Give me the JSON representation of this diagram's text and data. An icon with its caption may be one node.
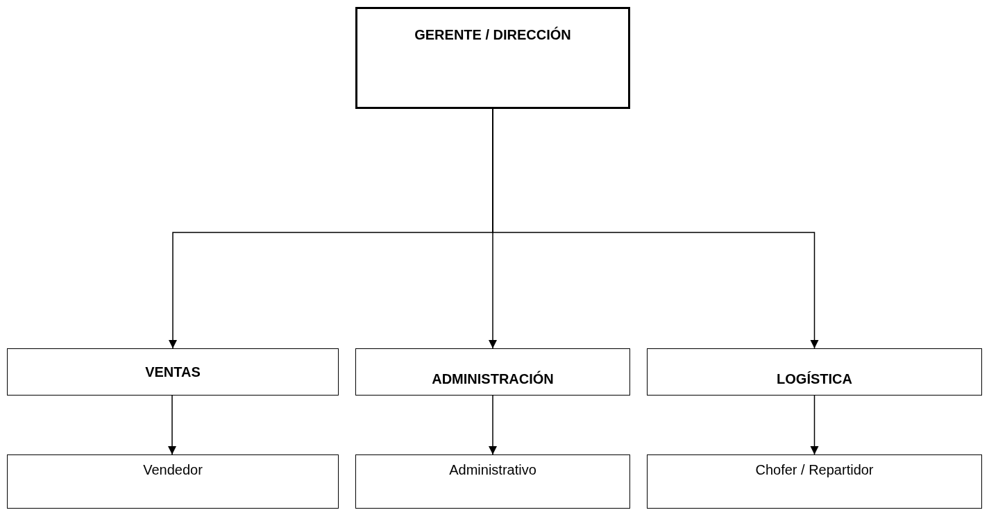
{
  "diagram": {
    "nodes": [
      {
        "text": [
          "GERENTE / DIRECCIÓN"
        ]
      },
      {
        "text": [
          "VENTAS"
        ]
      },
      {
        "text": [
          "ADMINISTRACIÓN"
        ]
      },
      {
        "text": [
          "LOGÍSTICA"
        ]
      },
      {
        "text": [
          "Vendedor"
        ]
      },
      {
        "text": [
          "Administrativo"
        ]
      },
      {
        "text": [
          "Chofer / Repartidor"
        ]
      }
    ],
    "edges": [
      {
        "from": 0,
        "to": 1,
        "arrow": "to"
      },
      {
        "from": 0,
        "to": 2,
        "arrow": "to"
      },
      {
        "from": 0,
        "to": 3,
        "arrow": "to"
      },
      {
        "from": 1,
        "to": 4,
        "arrow": "to"
      },
      {
        "from": 2,
        "to": 5,
        "arrow": "to"
      },
      {
        "from": 3,
        "to": 6,
        "arrow": "to"
      }
    ]
  }
}
